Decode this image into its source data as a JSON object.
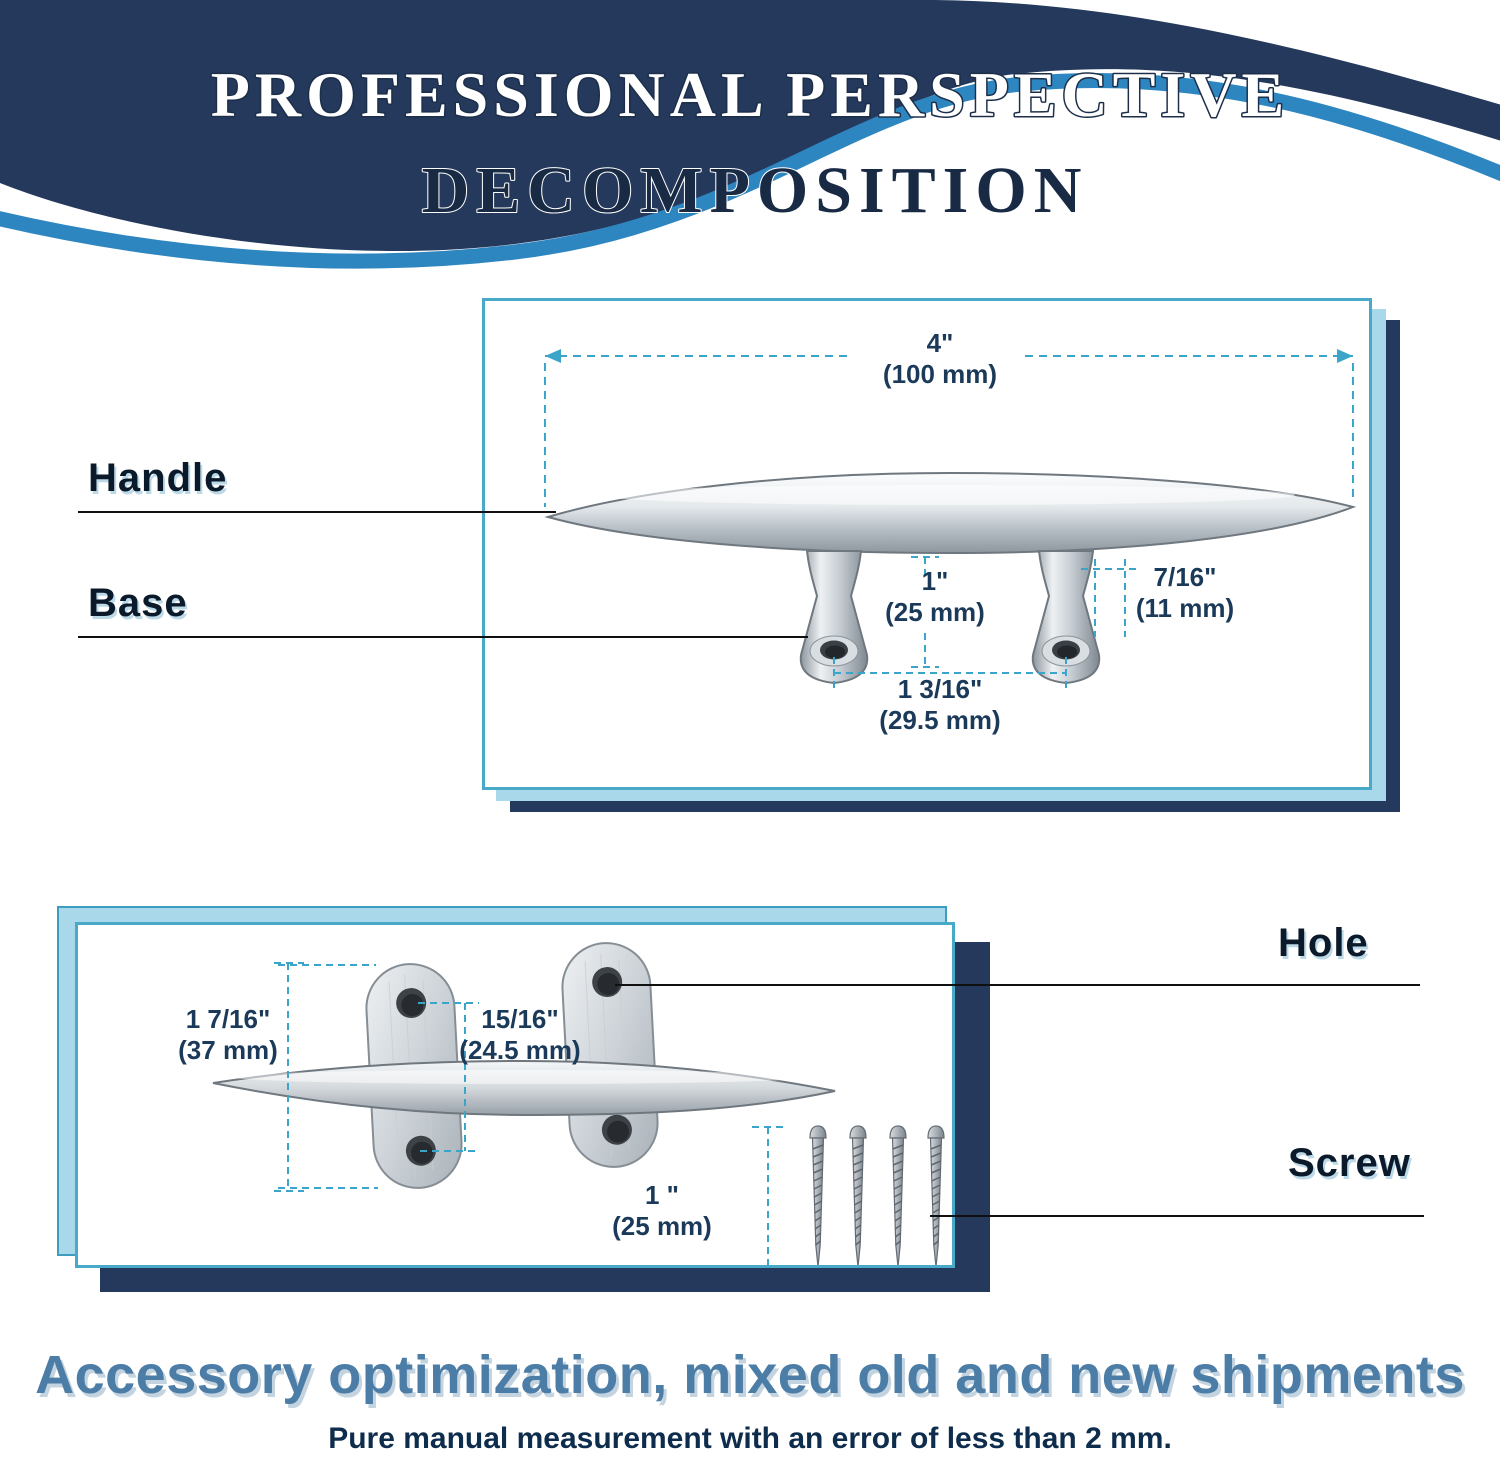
{
  "header": {
    "title_line1": "PROFESSIONAL PERSPECTIVE",
    "title_line2": "DECOMPOSITION"
  },
  "top_diagram": {
    "part_labels": {
      "handle": "Handle",
      "base": "Base"
    },
    "dims": {
      "overall_width": {
        "inch": "4\"",
        "mm": "(100 mm)"
      },
      "base_height": {
        "inch": "1\"",
        "mm": "(25 mm)"
      },
      "base_width": {
        "inch": "7/16\"",
        "mm": "(11 mm)"
      },
      "hole_spacing": {
        "inch": "1 3/16\"",
        "mm": "(29.5 mm)"
      }
    }
  },
  "bottom_diagram": {
    "part_labels": {
      "hole": "Hole",
      "screw": "Screw"
    },
    "dims": {
      "plate_length": {
        "inch": "1 7/16\"",
        "mm": "(37 mm)"
      },
      "hole_distance": {
        "inch": "15/16\"",
        "mm": "(24.5 mm)"
      },
      "screw_length": {
        "inch": "1 \"",
        "mm": "(25 mm)"
      }
    }
  },
  "footer": {
    "headline": "Accessory optimization, mixed old and new shipments",
    "subline": "Pure manual measurement with an error of less than 2 mm."
  },
  "colors": {
    "navy": "#24395B",
    "swoosh_blue": "#2E86C1",
    "panel_blue": "#A9D8EB",
    "panel_border": "#49A9C9",
    "dim_line": "#3AA5C9",
    "dim_text": "#1B3A5A",
    "headline_blue": "#4C7DA6"
  }
}
